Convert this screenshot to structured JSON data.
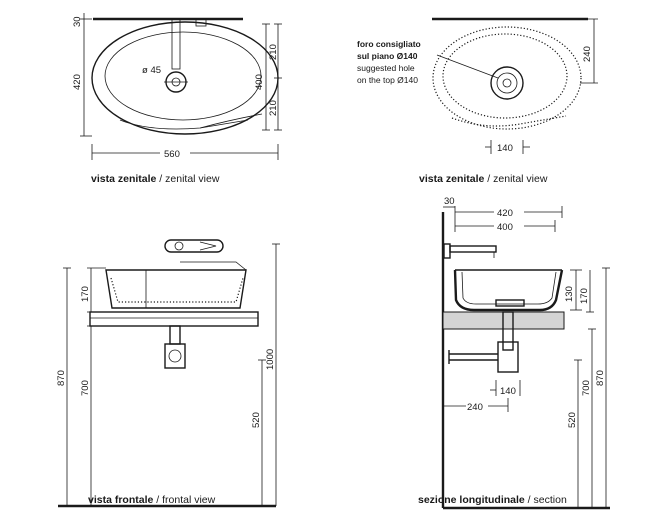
{
  "views": {
    "top_left": {
      "caption_bold": "vista zenitale",
      "caption_sep": " / ",
      "caption_normal": "zenital view",
      "dims": {
        "d30": "30",
        "d420": "420",
        "d45": "ø 45",
        "d400": "400",
        "d210a": "210",
        "d210b": "210",
        "d560": "560"
      }
    },
    "top_right": {
      "caption_bold": "vista zenitale",
      "caption_sep": " / ",
      "caption_normal": "zenital view",
      "note_lines": [
        "foro consigliato",
        "sul piano Ø140",
        "suggested hole",
        "on the top Ø140"
      ],
      "dims": {
        "d240": "240",
        "d140": "140"
      }
    },
    "bottom_left": {
      "caption_bold": "vista frontale",
      "caption_sep": " / ",
      "caption_normal": "frontal view",
      "dims": {
        "d170": "170",
        "d870": "870",
        "d700": "700",
        "d1000": "1000",
        "d520": "520"
      }
    },
    "bottom_right": {
      "caption_bold": "sezione longitudinale",
      "caption_sep": " / ",
      "caption_normal": "section",
      "dims": {
        "d30": "30",
        "d420": "420",
        "d400": "400",
        "d130": "130",
        "d170": "170",
        "d140": "140",
        "d240": "240",
        "d520": "520",
        "d700": "700",
        "d870": "870"
      }
    }
  },
  "colors": {
    "line": "#1a1a1a",
    "shelf": "#d4d4d4"
  }
}
